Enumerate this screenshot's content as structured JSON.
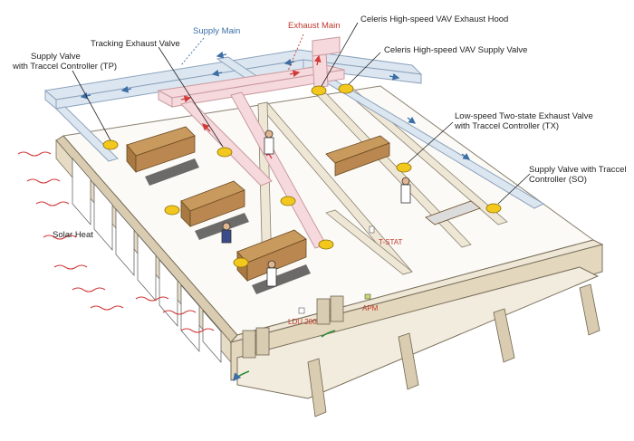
{
  "labels": {
    "supply_main": "Supply Main",
    "exhaust_main": "Exhaust Main",
    "tracking_exhaust_valve": "Tracking Exhaust Valve",
    "supply_valve_tp_line1": "Supply Valve",
    "supply_valve_tp_line2": "with Traccel Controller (TP)",
    "celeris_exhaust_hood": "Celeris High-speed VAV Exhaust Hood",
    "celeris_supply_valve": "Celeris High-speed VAV Supply Valve",
    "lowspeed_exhaust_line1": "Low-speed Two-state Exhaust Valve",
    "lowspeed_exhaust_line2": "with Traccel Controller (TX)",
    "supply_valve_so_line1": "Supply Valve with Traccel",
    "supply_valve_so_line2": "Controller (SO)",
    "solar_heat": "Solar Heat",
    "t_stat": "T-STAT",
    "apm": "APM",
    "ldu_200": "LDU 200"
  },
  "colors": {
    "supply_text": "#3a6ea5",
    "exhaust_text": "#c0392b",
    "supply_duct": "#dce6f0",
    "exhaust_duct": "#f5d9dc",
    "wall_top": "#e8e0cf",
    "wall_face": "#d9ccb0",
    "floor": "#ffffff",
    "cabinet": "#b9874f",
    "valve": "#f2c81e",
    "heat_arrow": "#d23a3a"
  }
}
